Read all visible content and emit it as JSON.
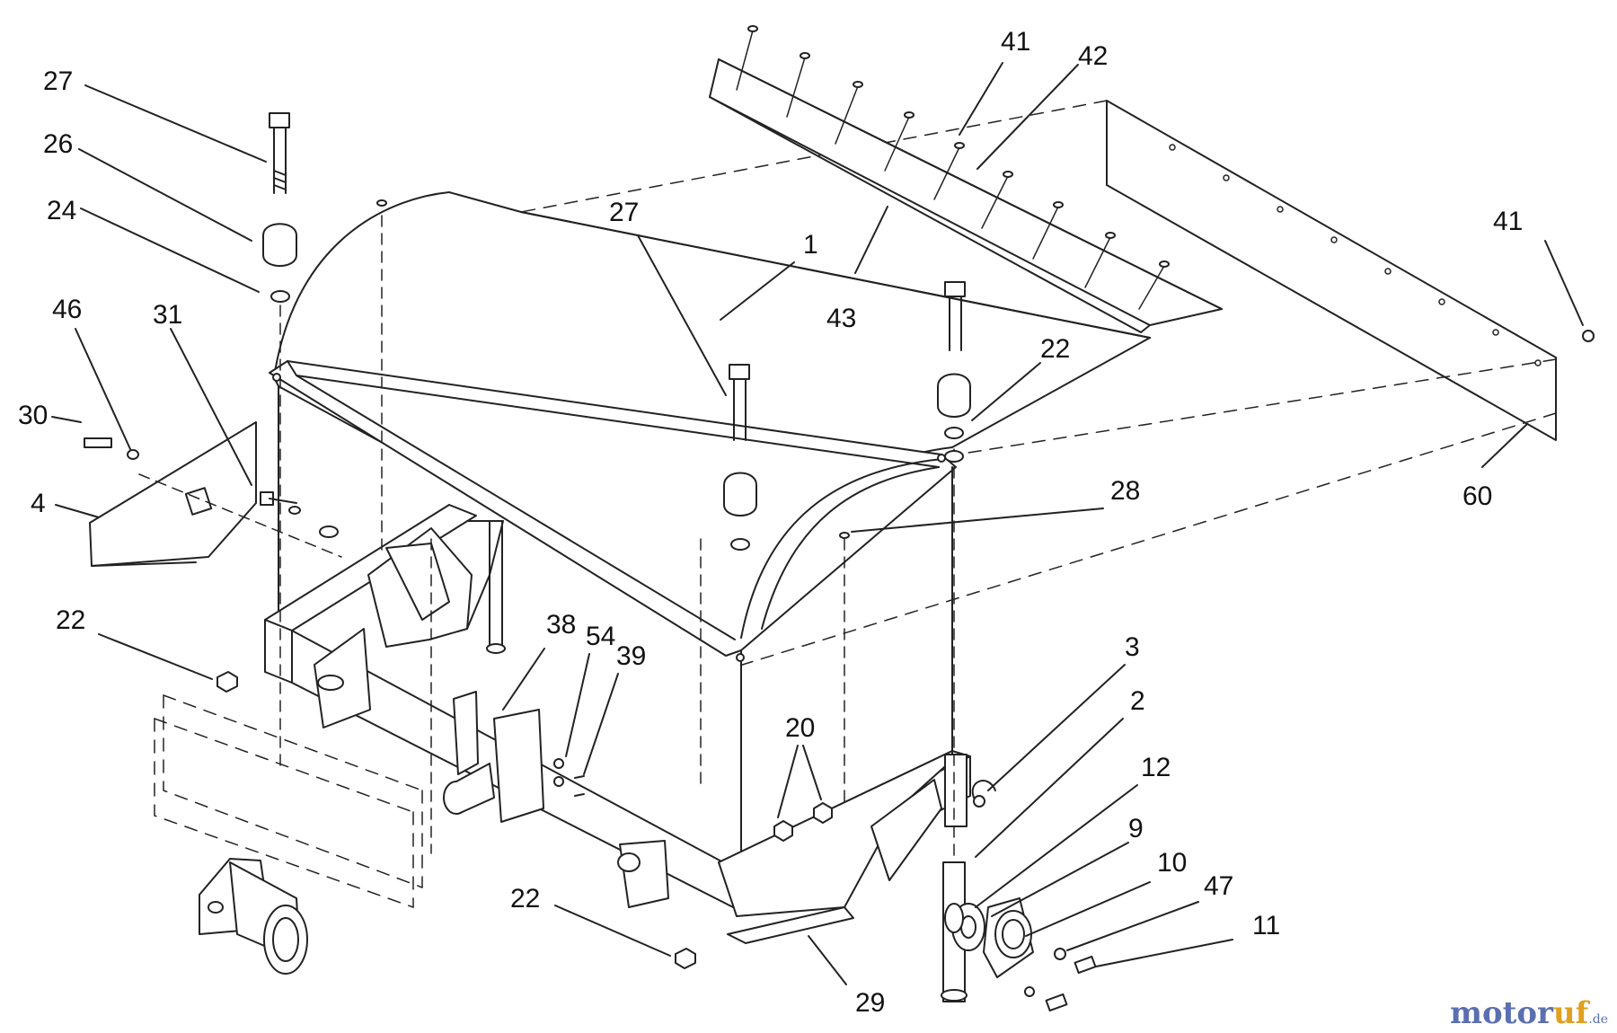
{
  "callouts": [
    {
      "id": "c27a",
      "text": "27"
    },
    {
      "id": "c26",
      "text": "26"
    },
    {
      "id": "c24",
      "text": "24"
    },
    {
      "id": "c46",
      "text": "46"
    },
    {
      "id": "c31",
      "text": "31"
    },
    {
      "id": "c30",
      "text": "30"
    },
    {
      "id": "c4",
      "text": "4"
    },
    {
      "id": "c22a",
      "text": "22"
    },
    {
      "id": "c27b",
      "text": "27"
    },
    {
      "id": "c1",
      "text": "1"
    },
    {
      "id": "c41a",
      "text": "41"
    },
    {
      "id": "c42",
      "text": "42"
    },
    {
      "id": "c43",
      "text": "43"
    },
    {
      "id": "c22b",
      "text": "22"
    },
    {
      "id": "c41b",
      "text": "41"
    },
    {
      "id": "c60",
      "text": "60"
    },
    {
      "id": "c28",
      "text": "28"
    },
    {
      "id": "c38",
      "text": "38"
    },
    {
      "id": "c54",
      "text": "54"
    },
    {
      "id": "c39",
      "text": "39"
    },
    {
      "id": "c3",
      "text": "3"
    },
    {
      "id": "c2",
      "text": "2"
    },
    {
      "id": "c20",
      "text": "20"
    },
    {
      "id": "c12",
      "text": "12"
    },
    {
      "id": "c9",
      "text": "9"
    },
    {
      "id": "c10",
      "text": "10"
    },
    {
      "id": "c47",
      "text": "47"
    },
    {
      "id": "c11",
      "text": "11"
    },
    {
      "id": "c22c",
      "text": "22"
    },
    {
      "id": "c29",
      "text": "29"
    }
  ],
  "watermark": {
    "part1": "motor",
    "part2": "uf",
    "part3": ".de"
  },
  "colors": {
    "line": "#222222",
    "fill": "#ffffff",
    "watermark_blue": "#5b6fb0",
    "watermark_orange": "#e0a020"
  }
}
